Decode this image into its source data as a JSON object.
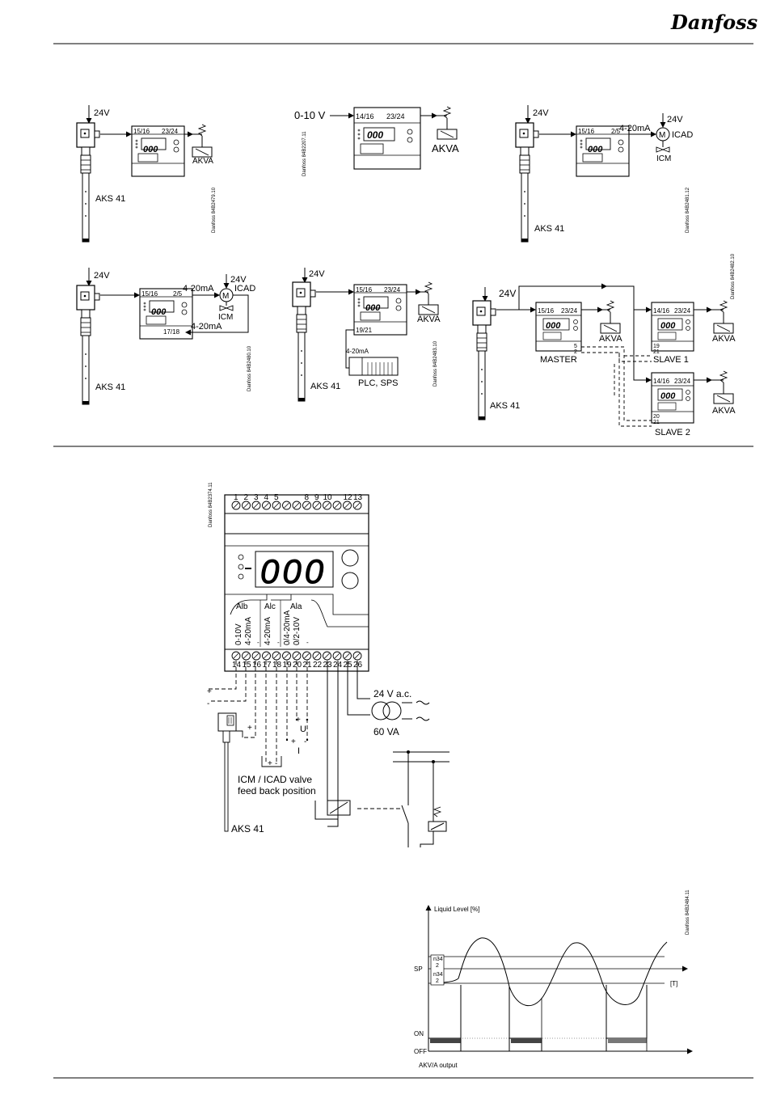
{
  "header": {
    "logo_text": "Danfoss"
  },
  "diagrams": {
    "d1": {
      "supply": "24V",
      "terminals_a": "15/16",
      "terminals_b": "23/24",
      "valve": "AKVA",
      "sensor": "AKS 41",
      "code": "Danfoss 84B2479.10"
    },
    "d2": {
      "input": "0-10 V",
      "terminals_a": "14/16",
      "terminals_b": "23/24",
      "valve": "AKVA",
      "code": "Danfoss 84B2207.11"
    },
    "d3": {
      "supply": "24V",
      "terminals_a": "15/16",
      "terminals_b": "2/5",
      "signal": "4-20mA",
      "valve_supply": "24V",
      "motor": "M",
      "valve": "ICAD",
      "valve2": "ICM",
      "sensor": "AKS 41",
      "code": "Danfoss 84B2481.12"
    },
    "d4": {
      "supply": "24V",
      "terminals_a": "15/16",
      "terminals_b": "2/5",
      "signal": "4-20mA",
      "valve_supply": "24V",
      "motor": "M",
      "valve": "ICAD",
      "valve2": "ICM",
      "feedback_terminals": "17/18",
      "feedback_signal": "4-20mA",
      "sensor": "AKS 41",
      "code": "Danfoss 84B2480.10"
    },
    "d5": {
      "supply": "24V",
      "terminals_a": "15/16",
      "terminals_b": "23/24",
      "out_terminals": "19/21",
      "signal": "4-20mA",
      "plc": "PLC, SPS",
      "valve": "AKVA",
      "sensor": "AKS 41",
      "code": "Danfoss 84B2483.10"
    },
    "d6": {
      "supply": "24V",
      "master_a": "15/16",
      "master_b": "23/24",
      "master_c": "5",
      "master_d": "2",
      "master_label": "MASTER",
      "valve": "AKVA",
      "slave1_a": "14/16",
      "slave1_b": "23/24",
      "slave1_c": "19",
      "slave1_d": "21",
      "slave1_label": "SLAVE 1",
      "slave2_a": "14/16",
      "slave2_b": "23/24",
      "slave2_c": "20",
      "slave2_d": "21",
      "slave2_label": "SLAVE 2",
      "sensor": "AKS 41",
      "code": "Danfoss 84B2482.10"
    },
    "display_digits": "000"
  },
  "wiring": {
    "code": "Danfoss 84B2374.11",
    "top_terminals": [
      "1",
      "2",
      "3",
      "4",
      "5",
      "8",
      "9",
      "10",
      "12",
      "13"
    ],
    "bottom_terminals": [
      "14",
      "15",
      "16",
      "17",
      "18",
      "19",
      "20",
      "21",
      "22",
      "23",
      "24",
      "25",
      "26"
    ],
    "display_digits": "000",
    "group_alb": "Alb",
    "group_alc": "Alc",
    "group_ala": "Ala",
    "label_0_10v": "0-10V",
    "label_4_20ma_a": "4-20mA",
    "label_4_20ma_b": "4-20mA",
    "label_0_4_20ma": "0/4-20mA",
    "label_0_2_10v": "0/2-10V",
    "minus": "-",
    "plus": "+",
    "supply_voltage": "24 V a.c.",
    "supply_power": "60 VA",
    "u_label": "U",
    "i_label": "I",
    "feedback_line1": "ICM / ICAD valve",
    "feedback_line2": "feed back position",
    "sensor": "AKS 41"
  },
  "chart": {
    "code": "Danfoss 84B2484.11",
    "y_axis_label": "Liquid Level [%]",
    "sp_label": "SP",
    "n34_upper": "n34",
    "n34_lower": "n34",
    "half_label": "2",
    "time_label": "[T]",
    "on_label": "ON",
    "off_label": "OFF",
    "output_label": "AKV/A output"
  },
  "chart_data": {
    "type": "line",
    "title": "",
    "ylabel": "Liquid Level [%]",
    "xlabel": "[T]",
    "series": [
      {
        "name": "Liquid Level [%]"
      },
      {
        "name": "AKV/A output",
        "states": [
          "ON",
          "OFF",
          "ON",
          "OFF",
          "ON",
          "OFF",
          "ON"
        ]
      }
    ]
  }
}
